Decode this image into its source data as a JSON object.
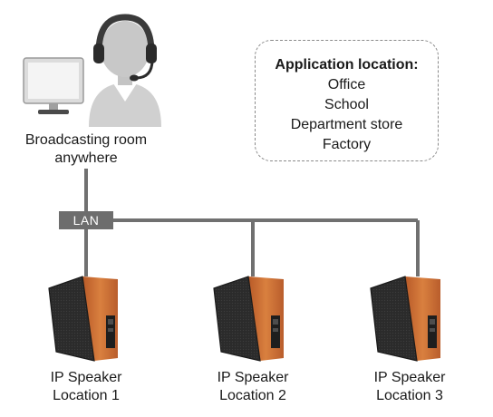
{
  "broadcast": {
    "line1": "Broadcasting room",
    "line2": "anywhere"
  },
  "application": {
    "title": "Application location:",
    "items": [
      "Office",
      "School",
      "Department store",
      "Factory"
    ]
  },
  "network": {
    "lan_label": "LAN"
  },
  "speakers": [
    {
      "line1": "IP Speaker",
      "line2": "Location 1"
    },
    {
      "line1": "IP Speaker",
      "line2": "Location 2"
    },
    {
      "line1": "IP Speaker",
      "line2": "Location 3"
    }
  ],
  "colors": {
    "line": "#707070",
    "lan_box": "#6d6d6d",
    "speaker_front": "#2a2a2a",
    "speaker_wood": "#c86a32"
  }
}
